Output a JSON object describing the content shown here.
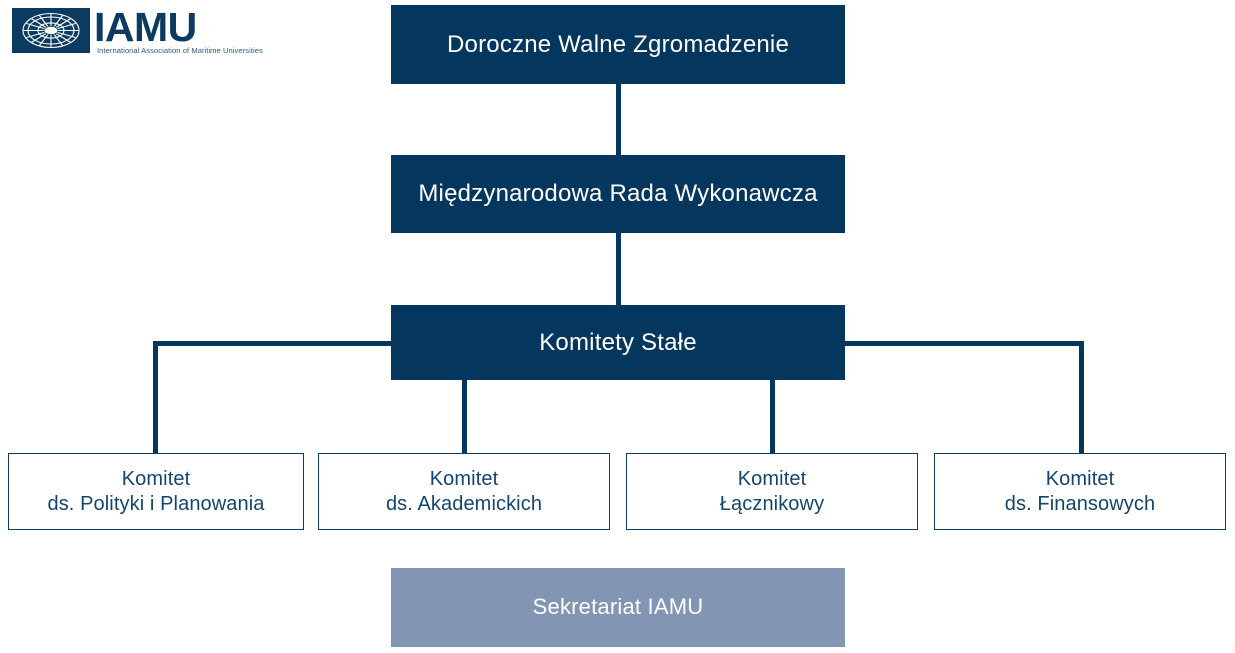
{
  "logo": {
    "mark_icon": "compass-rose-icon",
    "wordmark": "IAMU",
    "tagline": "International Association of Maritime Universities",
    "mark_bg": "#0c3b62",
    "text_color": "#0c3b62"
  },
  "colors": {
    "navy": "#05365e",
    "navy_logo": "#0c3b62",
    "grey_blue": "#8296b4",
    "outline_text": "#15446e",
    "white": "#ffffff"
  },
  "chart_data": {
    "type": "diagram",
    "title": "IAMU Organizational Structure (Polish)",
    "nodes": [
      {
        "id": "assembly",
        "label": "Doroczne Walne Zgromadzenie",
        "style": "filled"
      },
      {
        "id": "council",
        "label": "Międzynarodowa Rada Wykonawcza",
        "style": "filled"
      },
      {
        "id": "committees",
        "label": "Komitety Stałe",
        "style": "filled"
      },
      {
        "id": "policy",
        "label_line1": "Komitet",
        "label_line2": "ds. Polityki i Planowania",
        "style": "outline"
      },
      {
        "id": "academic",
        "label_line1": "Komitet",
        "label_line2": "ds. Akademickich",
        "style": "outline"
      },
      {
        "id": "liaison",
        "label_line1": "Komitet",
        "label_line2": "Łącznikowy",
        "style": "outline"
      },
      {
        "id": "finance",
        "label_line1": "Komitet",
        "label_line2": "ds. Finansowych",
        "style": "outline"
      },
      {
        "id": "secretariat",
        "label": "Sekretariat IAMU",
        "style": "secretariat"
      }
    ],
    "edges": [
      {
        "from": "assembly",
        "to": "council"
      },
      {
        "from": "council",
        "to": "committees"
      },
      {
        "from": "committees",
        "to": "policy"
      },
      {
        "from": "committees",
        "to": "academic"
      },
      {
        "from": "committees",
        "to": "liaison"
      },
      {
        "from": "committees",
        "to": "finance"
      }
    ]
  },
  "nodes": {
    "assembly": {
      "label": "Doroczne Walne Zgromadzenie"
    },
    "council": {
      "label": "Międzynarodowa Rada Wykonawcza"
    },
    "committees": {
      "label": "Komitety Stałe"
    },
    "policy": {
      "line1": "Komitet",
      "line2": "ds. Polityki i Planowania"
    },
    "academic": {
      "line1": "Komitet",
      "line2": "ds. Akademickich"
    },
    "liaison": {
      "line1": "Komitet",
      "line2": "Łącznikowy"
    },
    "finance": {
      "line1": "Komitet",
      "line2": "ds. Finansowych"
    },
    "secretariat": {
      "label": "Sekretariat IAMU"
    }
  }
}
